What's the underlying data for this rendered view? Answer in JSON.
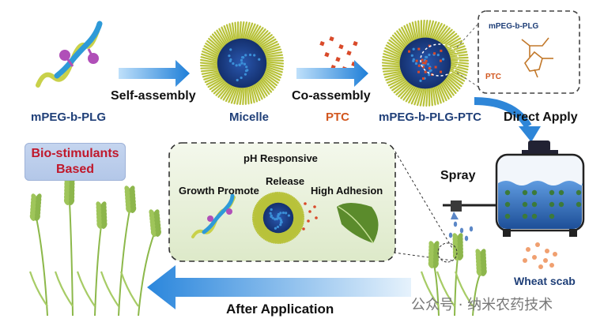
{
  "labels": {
    "polymer": "mPEG-b-PLG",
    "self_assembly": "Self-assembly",
    "micelle": "Micelle",
    "co_assembly": "Co-assembly",
    "ptc": "PTC",
    "complex": "mPEG-b-PLG-PTC",
    "direct_apply": "Direct Apply",
    "inset_polymer": "mPEG-b-PLG",
    "inset_ptc": "PTC",
    "badge_line1": "Bio-stimulants",
    "badge_line2": "Based",
    "ph_responsive": "pH Responsive",
    "release": "Release",
    "growth_promote": "Growth Promote",
    "high_adhesion": "High Adhesion",
    "spray": "Spray",
    "wheat_scab": "Wheat scab",
    "after_application": "After Application",
    "watermark": "公众号 · 纳米农药技术"
  },
  "colors": {
    "navy_text": "#1f3f78",
    "orange_text": "#d2571f",
    "red_text": "#c0182b",
    "arrow_blue": "#2f8fe0",
    "micelle_core": "#1c3d8c",
    "micelle_shell": "#b8c23a",
    "ptc_particle": "#d94a2a",
    "panel_fill": "#e8f0dc",
    "tank_blue": "#2c6fb8",
    "wheat_green": "#8cb84a"
  }
}
